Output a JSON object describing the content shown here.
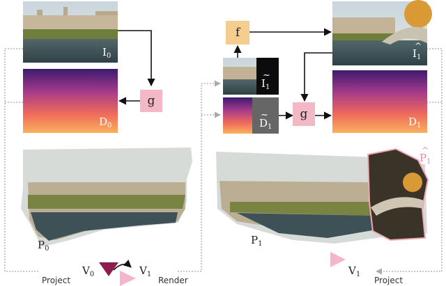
{
  "labels": {
    "i0": "I",
    "i0_sub": "0",
    "d0": "D",
    "d0_sub": "0",
    "i1_tilde": "I",
    "i1_tilde_sub": "1",
    "tilde_mark": "~",
    "d1_tilde": "D",
    "d1_tilde_sub": "1",
    "i1_hat": "I",
    "i1_hat_sub": "1",
    "hat_mark": "^",
    "d1": "D",
    "d1_sub": "1",
    "p0": "P",
    "p0_sub": "0",
    "p1": "P",
    "p1_sub": "1",
    "p1_hat": "P",
    "p1_hat_sub": "1",
    "v0": "V",
    "v0_sub": "0",
    "v1": "V",
    "v1_sub": "1",
    "v1_right": "V",
    "v1_right_sub": "1"
  },
  "boxes": {
    "g_left": "g",
    "f": "f",
    "g_right": "g"
  },
  "words": {
    "project_left": "Project",
    "render": "Render",
    "project_right": "Project"
  },
  "colors": {
    "pink": "#f2b8c6",
    "orange": "#f5cd8f",
    "render_pink": "#f4b6cd",
    "camera_dark": "#8e1c4c",
    "point_outline": "#f0a8b6"
  }
}
